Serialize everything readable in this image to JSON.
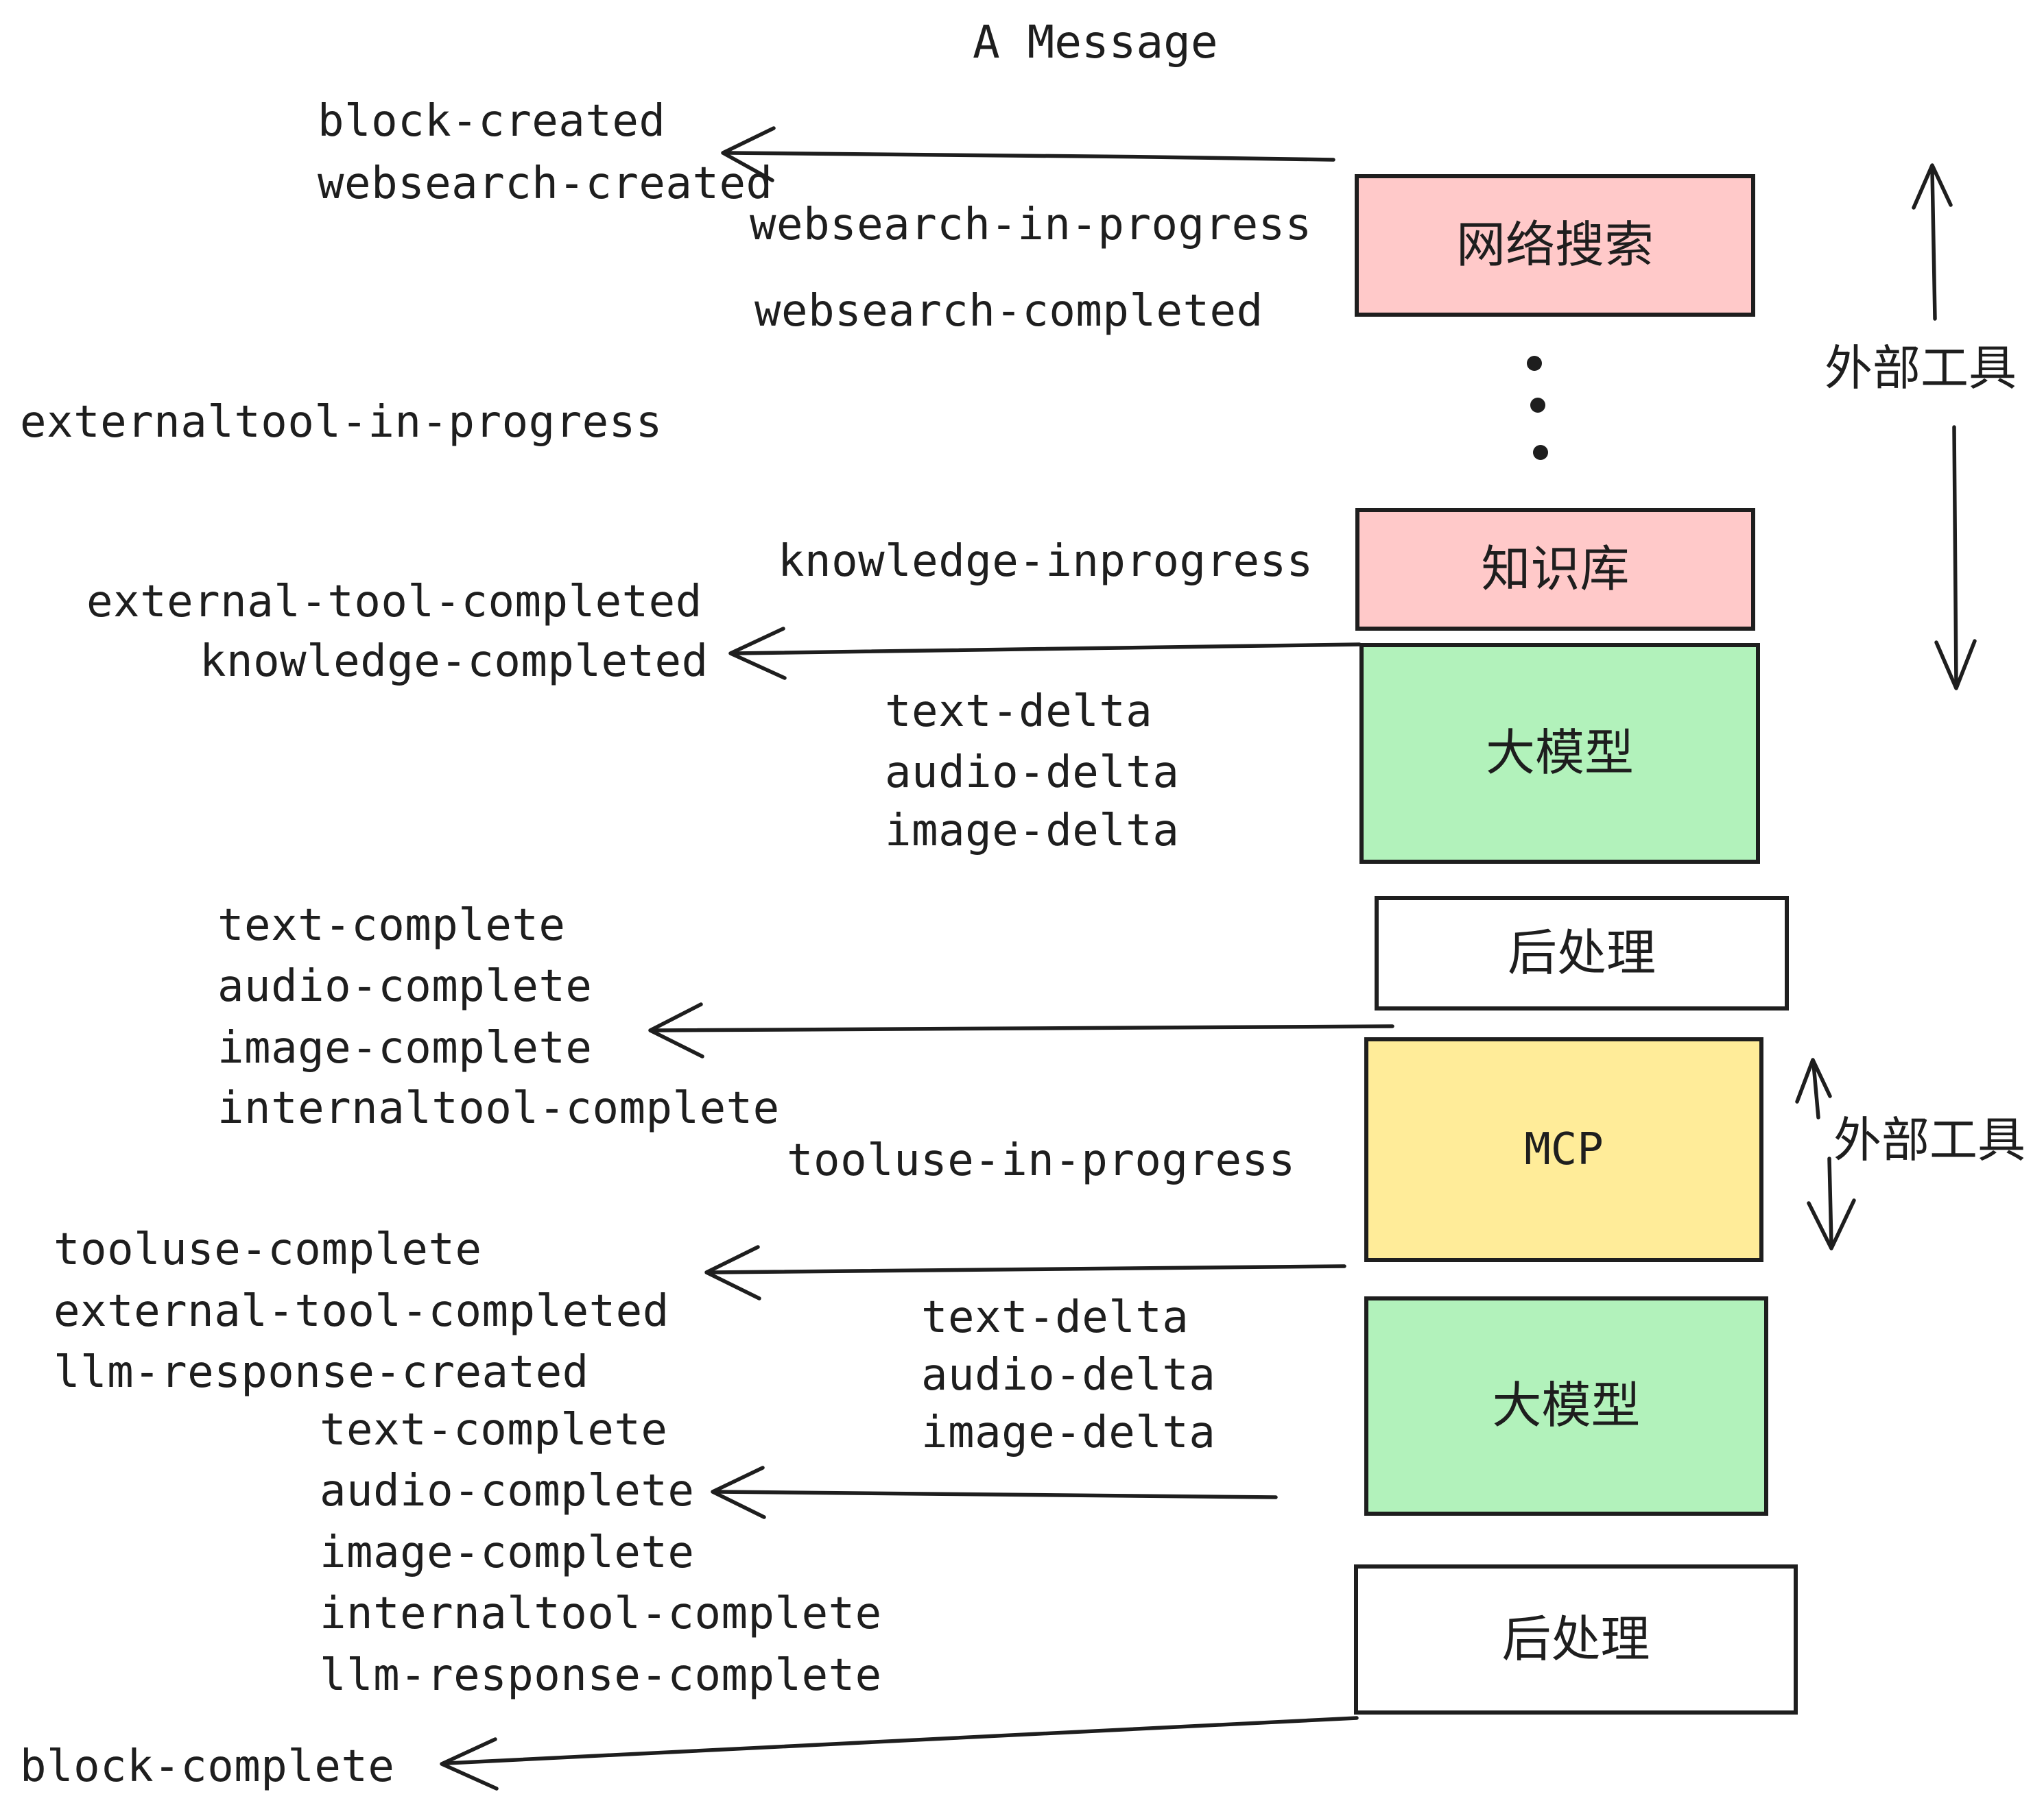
{
  "title": "A Message",
  "colors": {
    "pink": "#ffc9c9",
    "green": "#b2f2bb",
    "yellow": "#ffec99",
    "white": "#ffffff",
    "ink": "#1e1e1e"
  },
  "boxes": {
    "websearch": {
      "label": "网络搜索"
    },
    "knowledge": {
      "label": "知识库"
    },
    "llm_top": {
      "label": "大模型"
    },
    "post_top": {
      "label": "后处理"
    },
    "mcp": {
      "label": "MCP"
    },
    "llm_bottom": {
      "label": "大模型"
    },
    "post_bottom": {
      "label": "后处理"
    }
  },
  "side_labels": {
    "external_tools_top": "外部工具",
    "external_tools_middle": "外部工具"
  },
  "events": {
    "block_created": "block-created",
    "websearch_created": "websearch-created",
    "websearch_in_progress": "websearch-in-progress",
    "websearch_completed": "websearch-completed",
    "externaltool_in_progress": "externaltool-in-progress",
    "knowledge_inprogress": "knowledge-inprogress",
    "external_tool_completed": "external-tool-completed",
    "knowledge_completed": "knowledge-completed",
    "text_delta_top": "text-delta",
    "audio_delta_top": "audio-delta",
    "image_delta_top": "image-delta",
    "text_complete_top": "text-complete",
    "audio_complete_top": "audio-complete",
    "image_complete_top": "image-complete",
    "internaltool_complete_top": "internaltool-complete",
    "tooluse_in_progress": "tooluse-in-progress",
    "tooluse_complete": "tooluse-complete",
    "external_tool_completed_bottom": "external-tool-completed",
    "llm_response_created": "llm-response-created",
    "text_complete_bottom": "text-complete",
    "audio_complete_bottom": "audio-complete",
    "image_complete_bottom": "image-complete",
    "internaltool_complete_bottom": "internaltool-complete",
    "llm_response_complete": "llm-response-complete",
    "block_complete": "block-complete"
  }
}
